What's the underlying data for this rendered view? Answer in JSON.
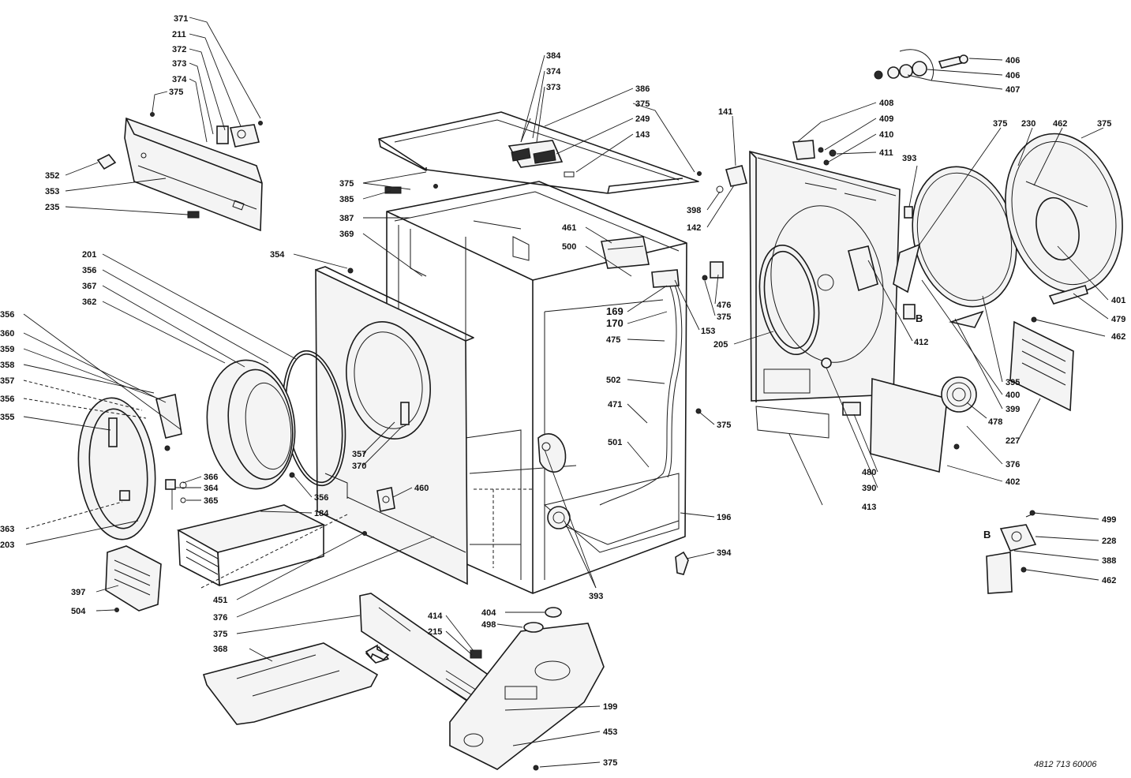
{
  "labels": {
    "l371": "371",
    "l211": "211",
    "l372": "372",
    "l373a": "373",
    "l374a": "374",
    "l375a": "375",
    "l352": "352",
    "l353": "353",
    "l235": "235",
    "l384": "384",
    "l374b": "374",
    "l373b": "373",
    "l386": "386",
    "l375b": "375",
    "l249": "249",
    "l143": "143",
    "l375c": "375",
    "l385": "385",
    "l387": "387",
    "l369": "369",
    "l461": "461",
    "l500": "500",
    "l354": "354",
    "l476": "476",
    "l375d": "375",
    "l169": "169",
    "l170": "170",
    "l153": "153",
    "l475": "475",
    "l502": "502",
    "l471": "471",
    "l375e": "375",
    "l501": "501",
    "l196": "196",
    "l394": "394",
    "l393a": "393",
    "l201": "201",
    "l356a": "356",
    "l367": "367",
    "l362": "362",
    "l356b": "356",
    "l360": "360",
    "l359": "359",
    "l358": "358",
    "l357a": "357",
    "l356c": "356",
    "l355": "355",
    "l366": "366",
    "l364": "364",
    "l365": "365",
    "l363": "363",
    "l203": "203",
    "l356d": "356",
    "l184": "184",
    "l357b": "357",
    "l370": "370",
    "l460": "460",
    "l397": "397",
    "l504": "504",
    "l451": "451",
    "l376a": "376",
    "l375f": "375",
    "l368": "368",
    "l414": "414",
    "l215": "215",
    "l404": "404",
    "l498": "498",
    "l199": "199",
    "l453": "453",
    "l375g": "375",
    "l406a": "406",
    "l406b": "406",
    "l407": "407",
    "l408": "408",
    "l409": "409",
    "l410": "410",
    "l411": "411",
    "l141": "141",
    "l398": "398",
    "l142": "142",
    "l205": "205",
    "l413": "413",
    "l390": "390",
    "l480": "480",
    "l393b": "393",
    "l375h": "375",
    "l230": "230",
    "l462a": "462",
    "l375i": "375",
    "l412": "412",
    "B1": "B",
    "l395": "395",
    "l400": "400",
    "l399": "399",
    "l478": "478",
    "l401": "401",
    "l479": "479",
    "l462b": "462",
    "l227": "227",
    "l376b": "376",
    "l402": "402",
    "B2": "B",
    "l499": "499",
    "l228": "228",
    "l388": "388",
    "l462c": "462",
    "docref": "4812 713 60006"
  }
}
